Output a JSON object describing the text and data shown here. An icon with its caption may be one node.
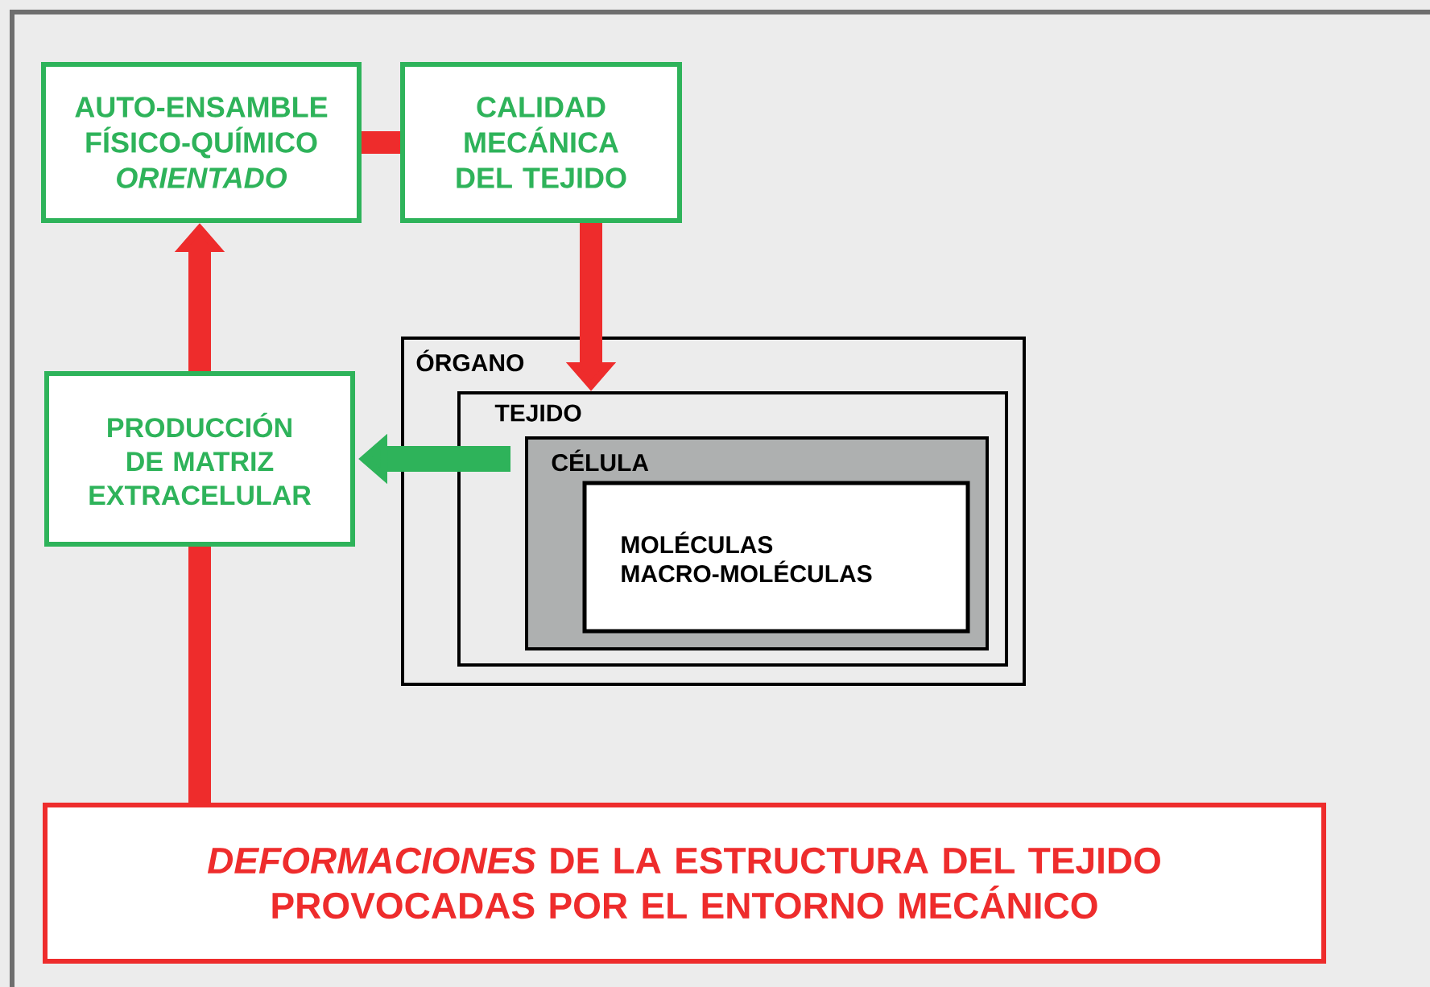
{
  "diagram": {
    "nodes": [
      {
        "text": [
          "AUTO-ENSAMBLE FÍSICO-QUÍMICO *ORIENTADO*"
        ]
      },
      {
        "text": [
          "CALIDAD MECÁNICA DEL TEJIDO"
        ]
      },
      {
        "text": [
          "PRODUCCIÓN DE MATRIZ EXTRACELULAR"
        ]
      },
      {
        "text": [
          "ÓRGANO"
        ]
      },
      {
        "text": [
          "TEJIDO"
        ],
        "in": 3
      },
      {
        "text": [
          "CÉLULA"
        ],
        "in": 4
      },
      {
        "text": [
          "MOLÉCULAS",
          "MACRO-MOLÉCULAS"
        ],
        "in": 5
      },
      {
        "text": [
          "*DEFORMACIONES* DE LA ESTRUCTURA DEL TEJIDO PROVOCADAS POR EL ENTORNO MECÁNICO"
        ]
      }
    ],
    "edges": [
      {
        "from": 0,
        "to": 1,
        "arrow": "none"
      },
      {
        "from": 1,
        "to": 4,
        "arrow": "to"
      },
      {
        "from": 5,
        "to": 2,
        "arrow": "to",
        "color": "#2eb35a"
      },
      {
        "from": 7,
        "to": 2,
        "arrow": "none"
      },
      {
        "from": 2,
        "to": 0,
        "arrow": "to"
      }
    ]
  }
}
